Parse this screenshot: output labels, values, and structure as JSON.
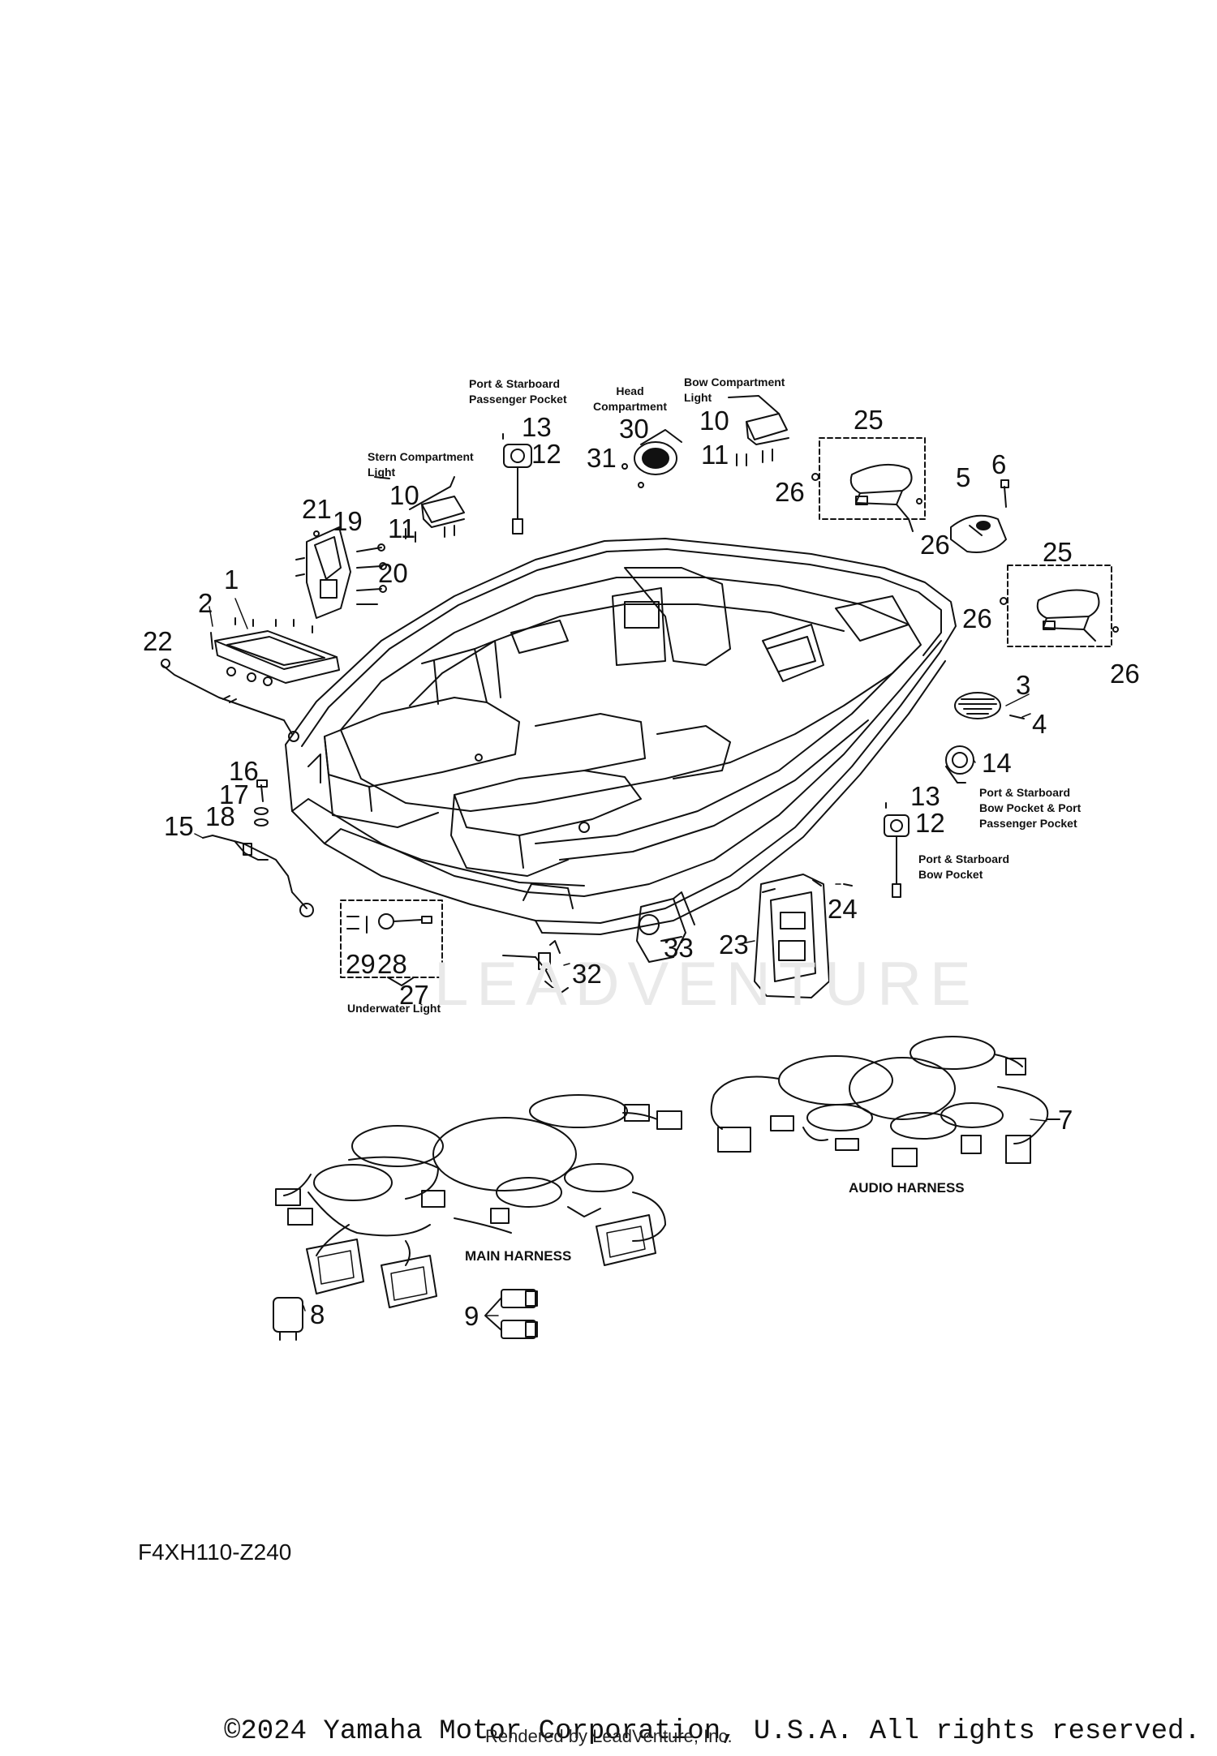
{
  "diagram_code": "F4XH110-Z240",
  "footer": "©2024 Yamaha Motor Corporation, U.S.A. All rights reserved.",
  "rendered_by": "Rendered by LeadVenture, Inc.",
  "watermark": "LEADVENTURE",
  "captions": {
    "passenger_pocket": "Port & Starboard\nPassenger Pocket",
    "head_compartment": "Head\nCompartment",
    "bow_compartment_light": "Bow Compartment\nLight",
    "stern_compartment_light": "Stern Compartment\nLight",
    "bow_pocket_port_passenger": "Port & Starboard\nBow Pocket & Port\nPassenger Pocket",
    "bow_pocket": "Port & Starboard\nBow Pocket",
    "underwater_light": "Underwater Light",
    "main_harness": "MAIN HARNESS",
    "audio_harness": "AUDIO HARNESS"
  },
  "callouts": [
    {
      "n": "1"
    },
    {
      "n": "2"
    },
    {
      "n": "3"
    },
    {
      "n": "4"
    },
    {
      "n": "5"
    },
    {
      "n": "6"
    },
    {
      "n": "7"
    },
    {
      "n": "8"
    },
    {
      "n": "9"
    },
    {
      "n": "10"
    },
    {
      "n": "11"
    },
    {
      "n": "12"
    },
    {
      "n": "13"
    },
    {
      "n": "14"
    },
    {
      "n": "15"
    },
    {
      "n": "16"
    },
    {
      "n": "17"
    },
    {
      "n": "18"
    },
    {
      "n": "19"
    },
    {
      "n": "20"
    },
    {
      "n": "21"
    },
    {
      "n": "22"
    },
    {
      "n": "23"
    },
    {
      "n": "24"
    },
    {
      "n": "25"
    },
    {
      "n": "26"
    },
    {
      "n": "27"
    },
    {
      "n": "28"
    },
    {
      "n": "29"
    },
    {
      "n": "30"
    },
    {
      "n": "31"
    },
    {
      "n": "32"
    },
    {
      "n": "33"
    }
  ]
}
